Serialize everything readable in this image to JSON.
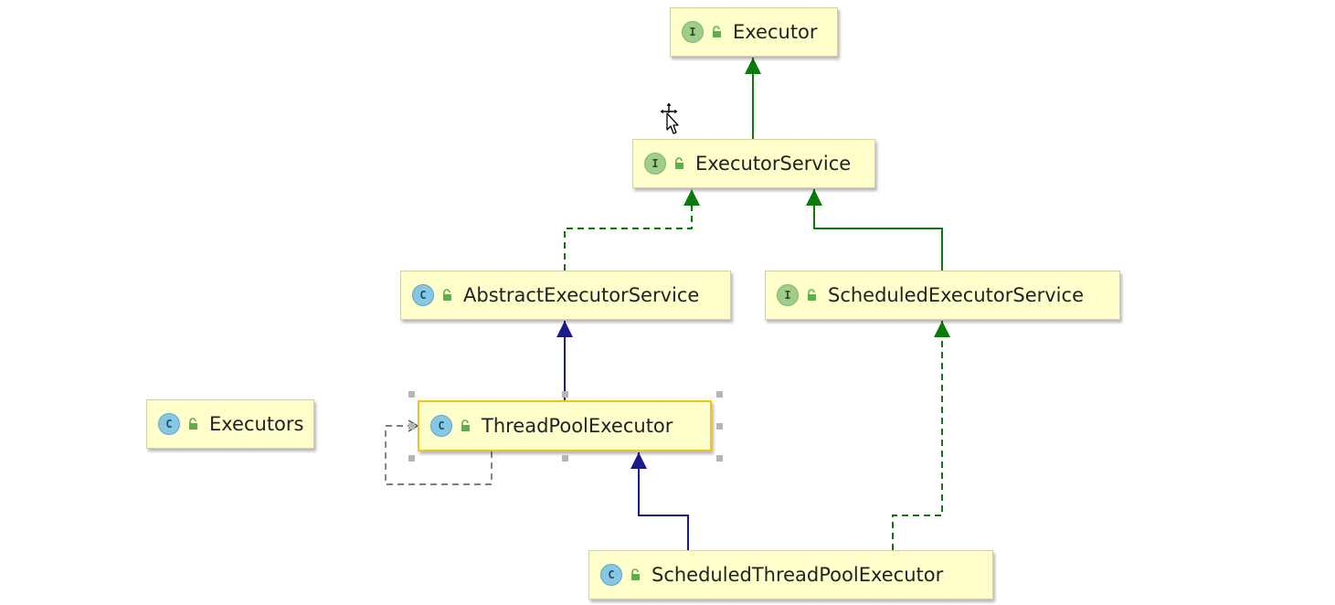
{
  "diagram": {
    "nodes": [
      {
        "id": "executor",
        "kind": "interface",
        "badge": "I",
        "label": "Executor"
      },
      {
        "id": "executor-service",
        "kind": "interface",
        "badge": "I",
        "label": "ExecutorService"
      },
      {
        "id": "abstract-executor-service",
        "kind": "class",
        "badge": "C",
        "label": "AbstractExecutorService"
      },
      {
        "id": "scheduled-executor-service",
        "kind": "interface",
        "badge": "I",
        "label": "ScheduledExecutorService"
      },
      {
        "id": "executors",
        "kind": "class",
        "badge": "C",
        "label": "Executors"
      },
      {
        "id": "thread-pool-executor",
        "kind": "class",
        "badge": "C",
        "label": "ThreadPoolExecutor",
        "selected": true
      },
      {
        "id": "scheduled-thread-pool-executor",
        "kind": "class",
        "badge": "C",
        "label": "ScheduledThreadPoolExecutor"
      }
    ],
    "edges": [
      {
        "from": "executor-service",
        "to": "executor",
        "relation": "extends-interface",
        "style": "solid",
        "color": "#0a7a0a"
      },
      {
        "from": "abstract-executor-service",
        "to": "executor-service",
        "relation": "implements",
        "style": "dashed",
        "color": "#0a7a0a"
      },
      {
        "from": "scheduled-executor-service",
        "to": "executor-service",
        "relation": "extends-interface",
        "style": "solid",
        "color": "#0a7a0a"
      },
      {
        "from": "thread-pool-executor",
        "to": "abstract-executor-service",
        "relation": "extends",
        "style": "solid",
        "color": "#1a1a8c"
      },
      {
        "from": "scheduled-thread-pool-executor",
        "to": "thread-pool-executor",
        "relation": "extends",
        "style": "solid",
        "color": "#1a1a8c"
      },
      {
        "from": "scheduled-thread-pool-executor",
        "to": "scheduled-executor-service",
        "relation": "implements",
        "style": "dashed",
        "color": "#0a7a0a"
      },
      {
        "from": "thread-pool-executor",
        "to": "thread-pool-executor",
        "relation": "dependency",
        "style": "dashed",
        "color": "#555555"
      }
    ],
    "colors": {
      "node_fill": "#ffffcc",
      "selected_border": "#f0c419",
      "interface_badge": "#9fcd8a",
      "class_badge": "#86c7e3",
      "lock": "#5fae4e"
    }
  }
}
